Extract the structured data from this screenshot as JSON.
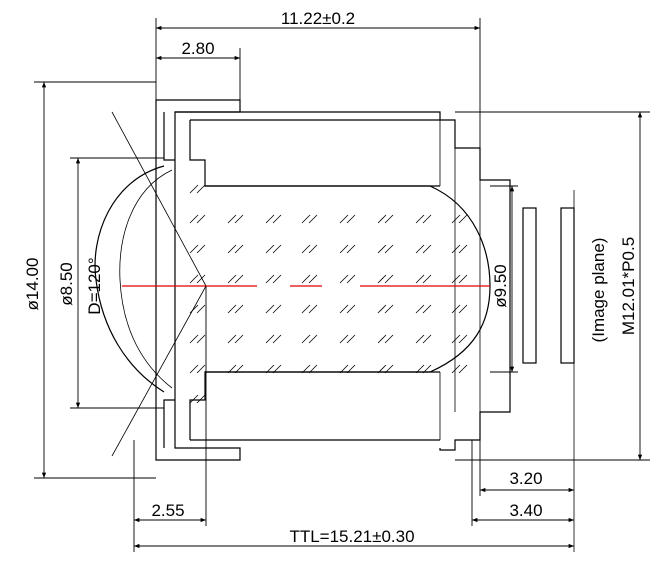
{
  "dimensions": {
    "top_length": "11.22±0.2",
    "flange": "2.80",
    "outer_diameter": "ø14.00",
    "front_diameter": "ø8.50",
    "fov": "D=120°",
    "rear_diameter": "ø9.50",
    "image_plane": "(Image plane)",
    "thread": "M12.01*P0.5",
    "bfl1": "3.20",
    "bfl2": "3.40",
    "front_offset": "2.55",
    "ttl": "TTL=15.21±0.30"
  },
  "colors": {
    "line": "#000000",
    "optical_axis": "#e00000",
    "background": "#ffffff"
  }
}
